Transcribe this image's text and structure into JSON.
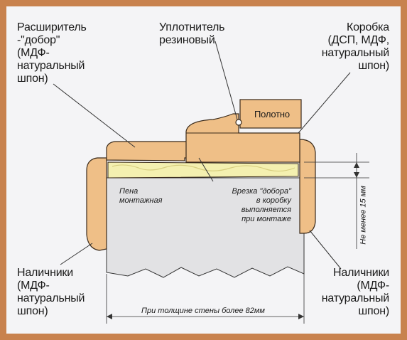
{
  "labels": {
    "extender": "Расширитель\n-\"добор\"\n(МДФ-\nнатуральный\nшпон)",
    "seal": "Уплотнитель\nрезиновый",
    "frame_box": "Коробка\n(ДСП, МДФ,\nнатуральный\nшпон)",
    "door_leaf": "Полотно",
    "foam": "Пена\nмонтажная",
    "insert_note": "Врезка \"добора\"\nв коробку\nвыполняется\nпри монтаже",
    "architrave_left": "Наличники\n(МДФ-\nнатуральный\nшпон)",
    "architrave_right": "Наличники\n(МДФ-\nнатуральный\nшпон)",
    "min_gap": "Не менее 15 мм",
    "wall_thickness": "При толщине стены более 82мм"
  },
  "colors": {
    "border": "#c8824e",
    "background": "#f4f4f6",
    "wood": "#efbf87",
    "wood_outline": "#3a2a1a",
    "foam": "#f4f0b0",
    "wall": "#e2e2e4",
    "line": "#333333"
  }
}
